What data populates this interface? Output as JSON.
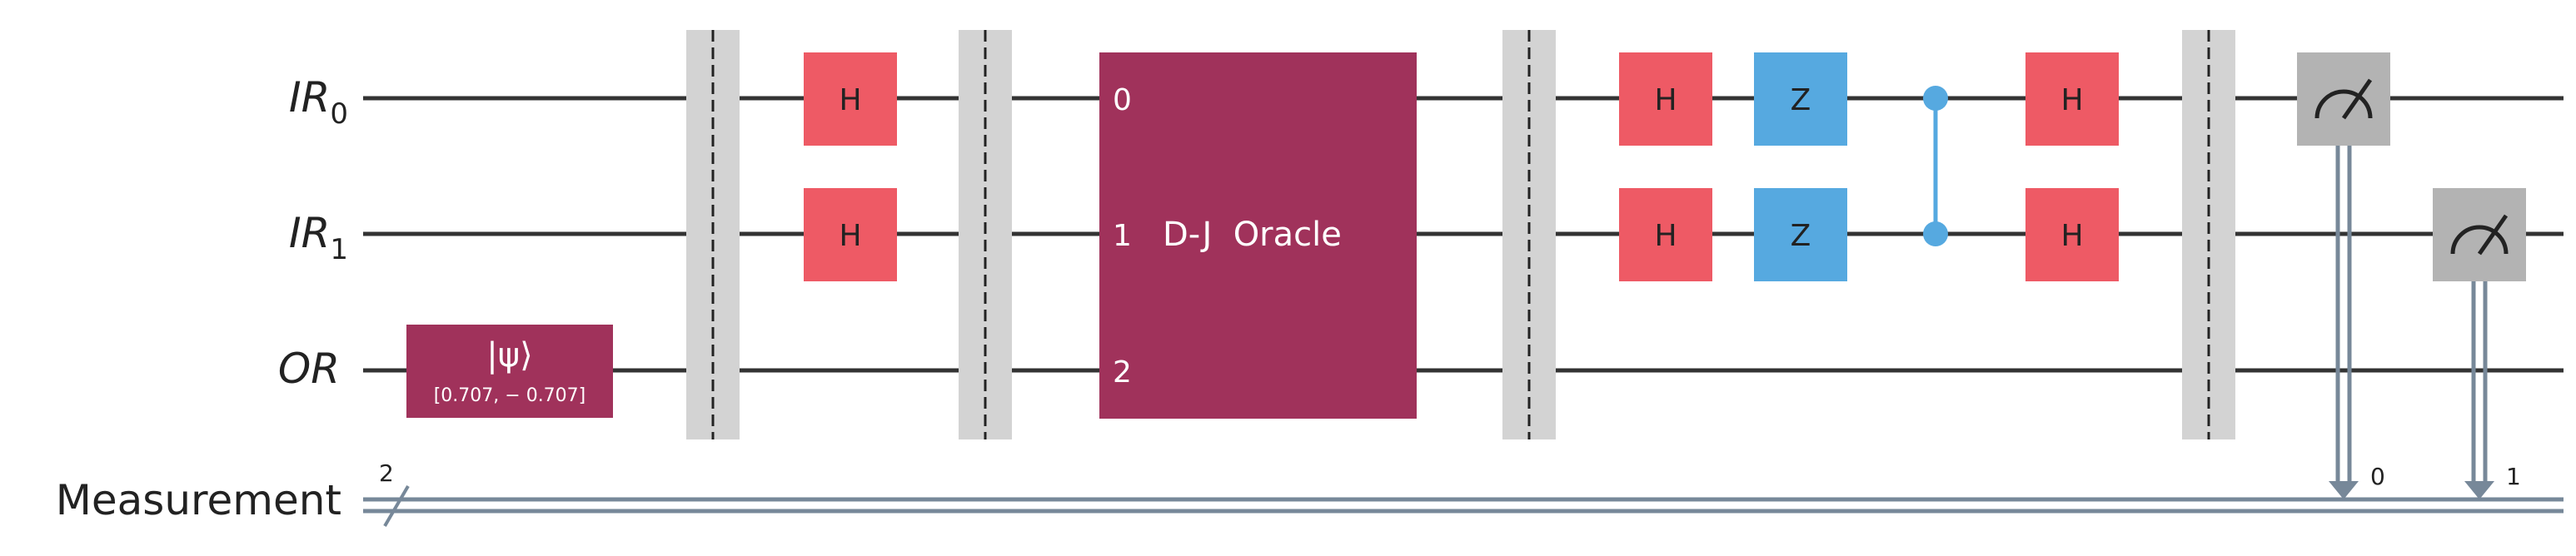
{
  "circuit": {
    "wires": {
      "ir0": {
        "base": "IR",
        "sub": "0"
      },
      "ir1": {
        "base": "IR",
        "sub": "1"
      },
      "or": {
        "base": "OR"
      },
      "measurement": {
        "label": "Measurement",
        "width": "2"
      }
    },
    "gates": {
      "init": {
        "label": "|ψ⟩",
        "params": "[0.707, − 0.707]"
      },
      "h": "H",
      "z": "Z",
      "oracle": {
        "label": "D-J  Oracle",
        "ports": [
          "0",
          "1",
          "2"
        ]
      }
    },
    "classical_bits": [
      "0",
      "1"
    ],
    "colors": {
      "wire": "#333333",
      "classical": "#778899",
      "h_gate": "#ee5a65",
      "z_gate": "#56a9e0",
      "control": "#56a9e0",
      "oracle": "#a0325b",
      "barrier": "#d3d3d3",
      "measure": "#b3b3b3"
    },
    "icons": {
      "measure": "meter-gauge-icon",
      "classical_slash": "bundle-slash-icon"
    }
  }
}
